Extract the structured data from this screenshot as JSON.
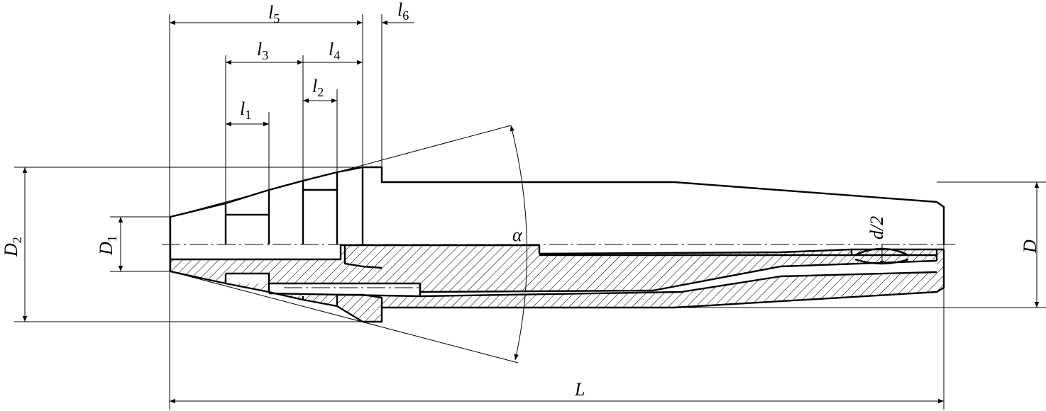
{
  "labels": {
    "l5": {
      "base": "l",
      "sub": "5"
    },
    "l6": {
      "base": "l",
      "sub": "6"
    },
    "l3": {
      "base": "l",
      "sub": "3"
    },
    "l4": {
      "base": "l",
      "sub": "4"
    },
    "l2": {
      "base": "l",
      "sub": "2"
    },
    "l1": {
      "base": "l",
      "sub": "1"
    },
    "D1": {
      "base": "D",
      "sub": "1"
    },
    "D2": {
      "base": "D",
      "sub": "2"
    },
    "D": "D",
    "d2": "d/2",
    "alpha": "α",
    "L": "L"
  }
}
